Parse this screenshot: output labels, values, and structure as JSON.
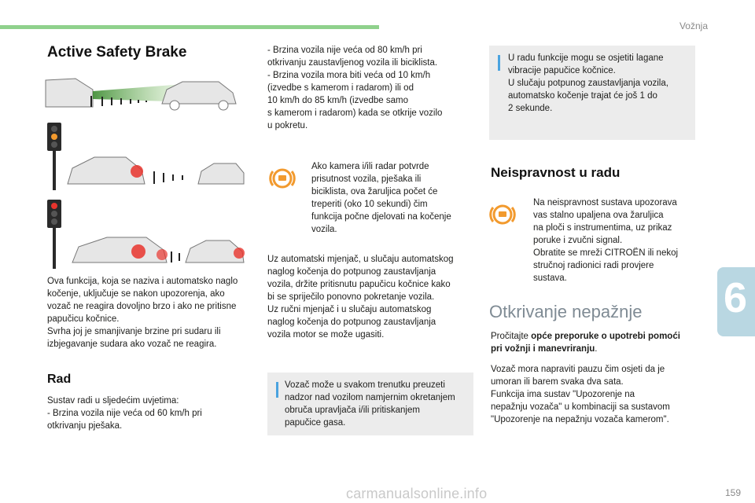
{
  "header": {
    "section": "Vožnja"
  },
  "left": {
    "title": "Active Safety Brake",
    "intro": "Ova funkcija, koja se naziva i automatsko naglo\nkočenje, uključuje se nakon upozorenja, ako\nvozač ne reagira dovoljno brzo i ako ne pritisne\npapučicu kočnice.\nSvrha joj je smanjivanje brzine pri sudaru ili\nizbjegavanje sudara ako vozač ne reagira.",
    "rad_title": "Rad",
    "rad_intro": "Sustav radi u sljedećim uvjetima:",
    "rad_item1": "-   Brzina vozila nije veća od 60 km/h pri\n     otkrivanju pješaka."
  },
  "middle": {
    "conditions": "-   Brzina vozila nije veća od 80 km/h pri\n     otkrivanju zaustavljenog vozila ili biciklista.\n-   Brzina vozila mora biti veća od 10 km/h\n     (izvedbe s kamerom i radarom) ili od\n     10 km/h do 85 km/h (izvedbe samo\n     s kamerom i radarom) kada se otkrije vozilo\n     u pokretu.",
    "warning_text": "Ako kamera i/ili radar potvrde\nprisutnost vozila, pješaka ili\nbiciklista, ova žaruljica počet će\ntreperiti (oko 10 sekundi) čim\nfunkcija počne djelovati na kočenje\nvozila.",
    "auto_text": "Uz automatski mjenjač, u slučaju automatskog\nnaglog kočenja do potpunog zaustavljanja\nvozila, držite pritisnutu papučicu kočnice kako\nbi se spriječilo ponovno pokretanje vozila.\nUz ručni mjenjač i u slučaju automatskog\nnaglog kočenja do potpunog zaustavljanja\nvozila motor se može ugasiti.",
    "info_box": "Vozač može u svakom trenutku preuzeti\nnadzor nad vozilom namjernim okretanjem\nobruča upravljača i/ili pritiskanjem\npapučice gasa."
  },
  "right": {
    "info_box": "U radu funkcije mogu se osjetiti lagane\nvibracije papučice kočnice.\nU slučaju potpunog zaustavljanja vozila,\nautomatsko kočenje trajat će još 1 do\n2 sekunde.",
    "malfunction_title": "Neispravnost u radu",
    "malfunction_text": "Na neispravnost sustava upozorava\nvas stalno upaljena ova žaruljica\nna ploči s instrumentima, uz prikaz\nporuke i zvučni signal.\nObratite se mreži CITROËN ili nekoj\nstručnoj radionici radi provjere\nsustava.",
    "detection_title": "Otkrivanje nepažnje",
    "read_prefix": "Pročitajte ",
    "read_bold": "opće preporuke o upotrebi pomoći\npri vožnji i manevriranju",
    "read_suffix": ".",
    "pause_text": "Vozač mora napraviti pauzu čim osjeti da je\numoran ili barem svaka dva sata.\nFunkcija ima sustav \"Upozorenje na\nnepažnju vozača\" u kombinaciji sa sustavom\n\"Upozorenje na nepažnju vozača kamerom\"."
  },
  "chapter": {
    "number": "6"
  },
  "footer": {
    "page": "159",
    "watermark": "carmanualsonline.info"
  },
  "colors": {
    "accent_green": "#8fd18c",
    "warning_orange": "#f29a2e",
    "info_blue": "#4aa3df",
    "chapter_blue": "#b9d7e2"
  }
}
